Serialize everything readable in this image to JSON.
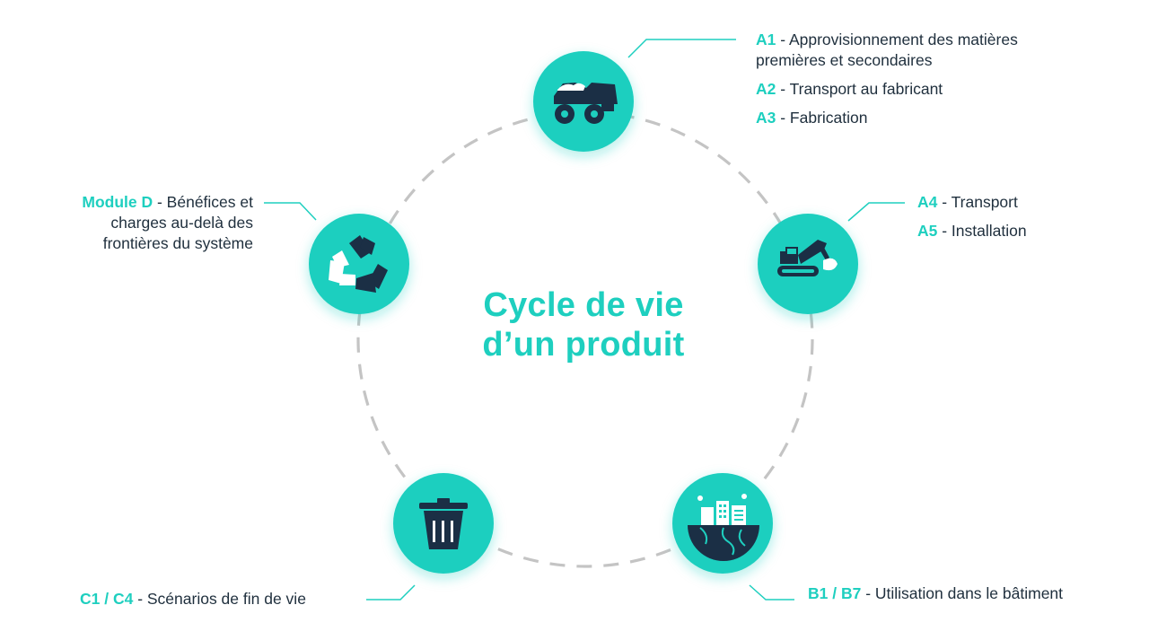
{
  "title": {
    "line1": "Cycle de vie",
    "line2": "d’un produit"
  },
  "colors": {
    "accent": "#1ecfbf",
    "icon_dark": "#1b2f45",
    "dash": "#c4c4c4",
    "text": "#1f2f3d"
  },
  "stages": {
    "a13": {
      "icon": "dump-truck-icon",
      "items": [
        {
          "code": "A1",
          "text": " - Approvisionnement des matières",
          "text2": "premières et secondaires"
        },
        {
          "code": "A2",
          "text": " - Transport au fabricant"
        },
        {
          "code": "A3",
          "text": " - Fabrication"
        }
      ]
    },
    "a45": {
      "icon": "excavator-icon",
      "items": [
        {
          "code": "A4",
          "text": " - Transport"
        },
        {
          "code": "A5",
          "text": " - Installation"
        }
      ]
    },
    "b": {
      "icon": "city-globe-icon",
      "items": [
        {
          "code": "B1 / B7",
          "text": " - Utilisation dans le bâtiment"
        }
      ]
    },
    "c": {
      "icon": "trash-bin-icon",
      "items": [
        {
          "code": "C1 / C4",
          "text": " - Scénarios de fin de vie"
        }
      ]
    },
    "d": {
      "icon": "recycle-icon",
      "code": "Module D",
      "line1": " - Bénéfices et",
      "line2": "charges au-delà des",
      "line3": "frontières du système"
    }
  }
}
